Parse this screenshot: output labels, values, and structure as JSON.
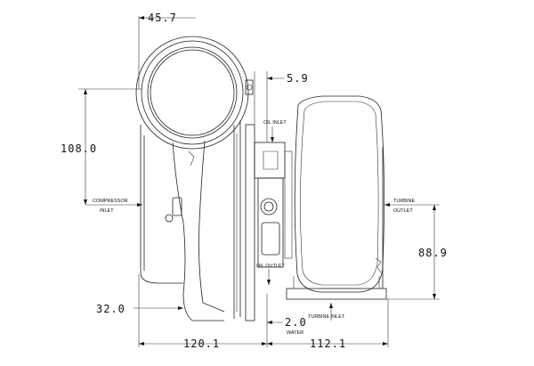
{
  "drawing": {
    "dimensions": {
      "top_width": "45.7",
      "oil_offset": "5.9",
      "left_height": "108.0",
      "right_height": "88.9",
      "bottom_left": "32.0",
      "water_offset": "2.0",
      "compressor_width": "120.1",
      "turbine_width": "112.1"
    },
    "labels": {
      "oil_inlet": "OIL INLET",
      "oil_outlet": "OIL OUTLET",
      "compressor_inlet_1": "COMPRESSOR",
      "compressor_inlet_2": "INLET",
      "turbine_outlet_1": "TURBINE",
      "turbine_outlet_2": "OUTLET",
      "turbine_inlet": "TURBINE INLET",
      "water": "WATER"
    }
  }
}
